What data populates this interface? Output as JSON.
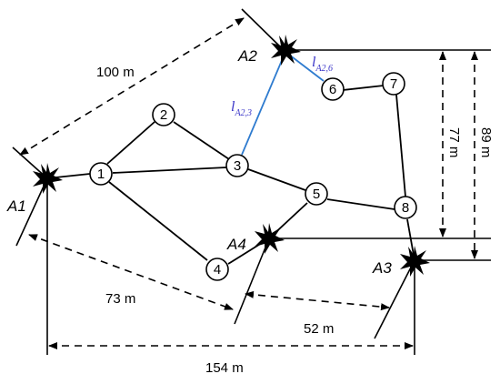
{
  "diagram": {
    "anchors": [
      {
        "id": "A1",
        "label": "A1"
      },
      {
        "id": "A2",
        "label": "A2"
      },
      {
        "id": "A3",
        "label": "A3"
      },
      {
        "id": "A4",
        "label": "A4"
      }
    ],
    "nodes": [
      {
        "id": "1",
        "label": "1"
      },
      {
        "id": "2",
        "label": "2"
      },
      {
        "id": "3",
        "label": "3"
      },
      {
        "id": "4",
        "label": "4"
      },
      {
        "id": "5",
        "label": "5"
      },
      {
        "id": "6",
        "label": "6"
      },
      {
        "id": "7",
        "label": "7"
      },
      {
        "id": "8",
        "label": "8"
      }
    ],
    "edges": [
      [
        "A1",
        "1"
      ],
      [
        "1",
        "2"
      ],
      [
        "2",
        "3"
      ],
      [
        "1",
        "3"
      ],
      [
        "1",
        "4"
      ],
      [
        "4",
        "A4"
      ],
      [
        "A4",
        "5"
      ],
      [
        "3",
        "5"
      ],
      [
        "5",
        "8"
      ],
      [
        "8",
        "A3"
      ],
      [
        "8",
        "7"
      ],
      [
        "7",
        "6"
      ],
      [
        "6",
        "A2"
      ],
      [
        "A2",
        "3"
      ]
    ],
    "link_labels": [
      {
        "id": "lA23",
        "main": "l",
        "sub": "A2,3",
        "color": "#3a35c8"
      },
      {
        "id": "lA26",
        "main": "l",
        "sub": "A2,6",
        "color": "#3a35c8"
      }
    ],
    "dimensions": {
      "d100": "100 m",
      "d73": "73 m",
      "d52": "52 m",
      "d154": "154 m",
      "d77": "77 m",
      "d89": "89 m"
    },
    "colors": {
      "line": "#000000",
      "highlight_edge": "#2e7bcf",
      "highlight_label": "#3a35c8"
    }
  }
}
